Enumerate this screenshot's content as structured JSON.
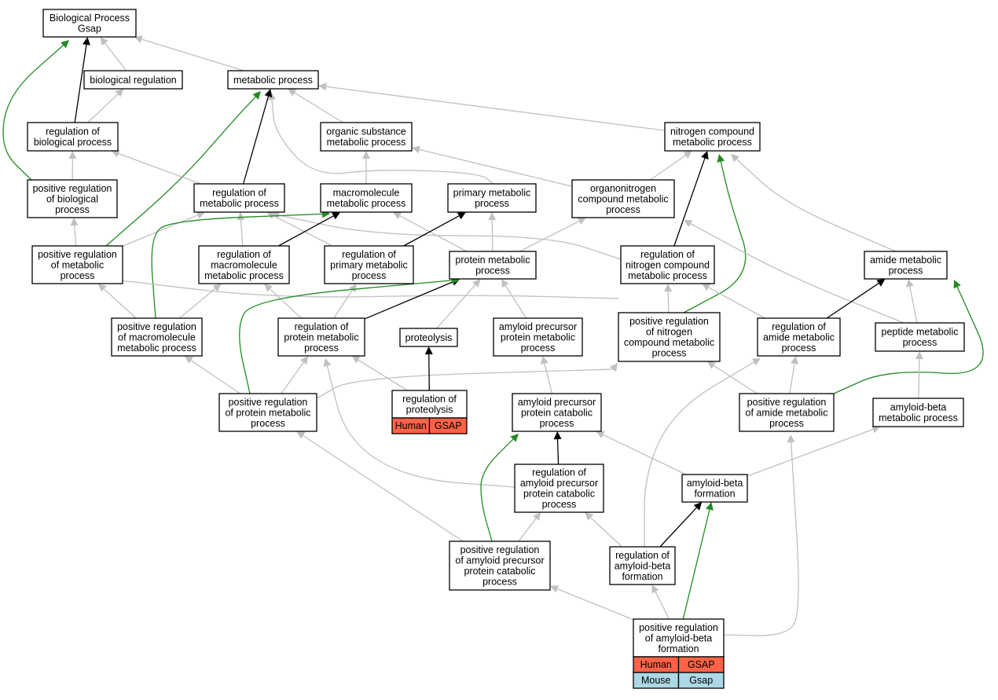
{
  "colors": {
    "edge_is_a": "#c0c0c0",
    "edge_regulates": "#000000",
    "edge_positively_regulates": "#228b22",
    "human_annotation": "#ff6347",
    "mouse_annotation": "#add8e6"
  },
  "nodes": [
    {
      "id": "bp",
      "lines": [
        "Biological Process",
        "Gsap"
      ]
    },
    {
      "id": "breg",
      "lines": [
        "biological regulation"
      ]
    },
    {
      "id": "mp",
      "lines": [
        "metabolic process"
      ]
    },
    {
      "id": "rbp",
      "lines": [
        "regulation of",
        "biological process"
      ]
    },
    {
      "id": "osmp",
      "lines": [
        "organic substance",
        "metabolic process"
      ]
    },
    {
      "id": "ncmp",
      "lines": [
        "nitrogen compound",
        "metabolic process"
      ]
    },
    {
      "id": "prbp",
      "lines": [
        "positive regulation",
        "of biological",
        "process"
      ]
    },
    {
      "id": "rmp",
      "lines": [
        "regulation of",
        "metabolic process"
      ]
    },
    {
      "id": "mmp",
      "lines": [
        "macromolecule",
        "metabolic process"
      ]
    },
    {
      "id": "pmp",
      "lines": [
        "primary metabolic",
        "process"
      ]
    },
    {
      "id": "oncmp",
      "lines": [
        "organonitrogen",
        "compound metabolic",
        "process"
      ]
    },
    {
      "id": "prmp",
      "lines": [
        "positive regulation",
        "of metabolic",
        "process"
      ]
    },
    {
      "id": "rmmp",
      "lines": [
        "regulation of",
        "macromolecule",
        "metabolic process"
      ]
    },
    {
      "id": "rpmp",
      "lines": [
        "regulation of",
        "primary metabolic",
        "process"
      ]
    },
    {
      "id": "protmp",
      "lines": [
        "protein metabolic",
        "process"
      ]
    },
    {
      "id": "rncmp",
      "lines": [
        "regulation of",
        "nitrogen compound",
        "metabolic process"
      ]
    },
    {
      "id": "amp",
      "lines": [
        "amide metabolic",
        "process"
      ]
    },
    {
      "id": "prmmp",
      "lines": [
        "positive regulation",
        "of macromolecule",
        "metabolic process"
      ]
    },
    {
      "id": "rprotmp",
      "lines": [
        "regulation of",
        "protein metabolic",
        "process"
      ]
    },
    {
      "id": "proteolysis",
      "lines": [
        "proteolysis"
      ]
    },
    {
      "id": "appmp",
      "lines": [
        "amyloid precursor",
        "protein metabolic",
        "process"
      ]
    },
    {
      "id": "prncmp",
      "lines": [
        "positive regulation",
        "of nitrogen",
        "compound metabolic",
        "process"
      ]
    },
    {
      "id": "ramp",
      "lines": [
        "regulation of",
        "amide metabolic",
        "process"
      ]
    },
    {
      "id": "pepmp",
      "lines": [
        "peptide metabolic",
        "process"
      ]
    },
    {
      "id": "prprotmp",
      "lines": [
        "positive regulation",
        "of protein metabolic",
        "process"
      ]
    },
    {
      "id": "rprot",
      "lines": [
        "regulation of",
        "proteolysis"
      ],
      "annotations": [
        [
          "Human",
          "GSAP"
        ]
      ]
    },
    {
      "id": "appcp",
      "lines": [
        "amyloid precursor",
        "protein catabolic",
        "process"
      ]
    },
    {
      "id": "pramp",
      "lines": [
        "positive regulation",
        "of amide metabolic",
        "process"
      ]
    },
    {
      "id": "abmp",
      "lines": [
        "amyloid-beta",
        "metabolic process"
      ]
    },
    {
      "id": "rappcp",
      "lines": [
        "regulation of",
        "amyloid precursor",
        "protein catabolic",
        "process"
      ]
    },
    {
      "id": "abf",
      "lines": [
        "amyloid-beta",
        "formation"
      ]
    },
    {
      "id": "prappcp",
      "lines": [
        "positive regulation",
        "of amyloid precursor",
        "protein catabolic",
        "process"
      ]
    },
    {
      "id": "rabf",
      "lines": [
        "regulation of",
        "amyloid-beta",
        "formation"
      ]
    },
    {
      "id": "prabf",
      "lines": [
        "positive regulation",
        "of amyloid-beta",
        "formation"
      ],
      "annotations": [
        [
          "Human",
          "GSAP"
        ],
        [
          "Mouse",
          "Gsap"
        ]
      ]
    }
  ],
  "edges": [
    {
      "from": "breg",
      "to": "bp",
      "type": "is_a"
    },
    {
      "from": "mp",
      "to": "bp",
      "type": "is_a"
    },
    {
      "from": "rbp",
      "to": "bp",
      "type": "regulates"
    },
    {
      "from": "prbp",
      "to": "bp",
      "type": "positively_regulates"
    },
    {
      "from": "rbp",
      "to": "breg",
      "type": "is_a"
    },
    {
      "from": "osmp",
      "to": "mp",
      "type": "is_a"
    },
    {
      "from": "ncmp",
      "to": "mp",
      "type": "is_a"
    },
    {
      "from": "pmp",
      "to": "mp",
      "type": "is_a"
    },
    {
      "from": "rmp",
      "to": "mp",
      "type": "regulates"
    },
    {
      "from": "prmp",
      "to": "mp",
      "type": "positively_regulates"
    },
    {
      "from": "prbp",
      "to": "rbp",
      "type": "is_a"
    },
    {
      "from": "rmp",
      "to": "rbp",
      "type": "is_a"
    },
    {
      "from": "mmp",
      "to": "osmp",
      "type": "is_a"
    },
    {
      "from": "oncmp",
      "to": "osmp",
      "type": "is_a"
    },
    {
      "from": "oncmp",
      "to": "ncmp",
      "type": "is_a"
    },
    {
      "from": "rncmp",
      "to": "ncmp",
      "type": "regulates"
    },
    {
      "from": "prncmp",
      "to": "ncmp",
      "type": "positively_regulates"
    },
    {
      "from": "amp",
      "to": "ncmp",
      "type": "is_a"
    },
    {
      "from": "prmp",
      "to": "prbp",
      "type": "is_a"
    },
    {
      "from": "prmp",
      "to": "rmp",
      "type": "is_a"
    },
    {
      "from": "rmmp",
      "to": "rmp",
      "type": "is_a"
    },
    {
      "from": "rpmp",
      "to": "rmp",
      "type": "is_a"
    },
    {
      "from": "rncmp",
      "to": "rmp",
      "type": "is_a"
    },
    {
      "from": "rmmp",
      "to": "mmp",
      "type": "regulates"
    },
    {
      "from": "prmmp",
      "to": "mmp",
      "type": "positively_regulates"
    },
    {
      "from": "protmp",
      "to": "mmp",
      "type": "is_a"
    },
    {
      "from": "rpmp",
      "to": "pmp",
      "type": "regulates"
    },
    {
      "from": "protmp",
      "to": "pmp",
      "type": "is_a"
    },
    {
      "from": "protmp",
      "to": "oncmp",
      "type": "is_a"
    },
    {
      "from": "pepmp",
      "to": "oncmp",
      "type": "is_a"
    },
    {
      "from": "prmmp",
      "to": "prmp",
      "type": "is_a"
    },
    {
      "from": "prncmp",
      "to": "prmp",
      "type": "is_a"
    },
    {
      "from": "prmmp",
      "to": "rmmp",
      "type": "is_a"
    },
    {
      "from": "rprotmp",
      "to": "rmmp",
      "type": "is_a"
    },
    {
      "from": "rprotmp",
      "to": "rpmp",
      "type": "is_a"
    },
    {
      "from": "rprotmp",
      "to": "protmp",
      "type": "regulates"
    },
    {
      "from": "prprotmp",
      "to": "protmp",
      "type": "positively_regulates"
    },
    {
      "from": "proteolysis",
      "to": "protmp",
      "type": "is_a"
    },
    {
      "from": "appmp",
      "to": "protmp",
      "type": "is_a"
    },
    {
      "from": "prncmp",
      "to": "rncmp",
      "type": "is_a"
    },
    {
      "from": "ramp",
      "to": "rncmp",
      "type": "is_a"
    },
    {
      "from": "ramp",
      "to": "amp",
      "type": "regulates"
    },
    {
      "from": "pramp",
      "to": "amp",
      "type": "positively_regulates"
    },
    {
      "from": "pepmp",
      "to": "amp",
      "type": "is_a"
    },
    {
      "from": "prprotmp",
      "to": "prmmp",
      "type": "is_a"
    },
    {
      "from": "prprotmp",
      "to": "rprotmp",
      "type": "is_a"
    },
    {
      "from": "prprotmp",
      "to": "prncmp",
      "type": "is_a"
    },
    {
      "from": "rprot",
      "to": "rprotmp",
      "type": "is_a"
    },
    {
      "from": "rappcp",
      "to": "rprotmp",
      "type": "is_a"
    },
    {
      "from": "rprot",
      "to": "proteolysis",
      "type": "regulates"
    },
    {
      "from": "appcp",
      "to": "appmp",
      "type": "is_a"
    },
    {
      "from": "pramp",
      "to": "prncmp",
      "type": "is_a"
    },
    {
      "from": "pramp",
      "to": "ramp",
      "type": "is_a"
    },
    {
      "from": "rabf",
      "to": "ramp",
      "type": "is_a"
    },
    {
      "from": "abmp",
      "to": "pepmp",
      "type": "is_a"
    },
    {
      "from": "prappcp",
      "to": "prprotmp",
      "type": "is_a"
    },
    {
      "from": "rappcp",
      "to": "appcp",
      "type": "regulates"
    },
    {
      "from": "prappcp",
      "to": "appcp",
      "type": "positively_regulates"
    },
    {
      "from": "abf",
      "to": "appcp",
      "type": "is_a"
    },
    {
      "from": "prabf",
      "to": "pramp",
      "type": "is_a"
    },
    {
      "from": "abf",
      "to": "abmp",
      "type": "is_a"
    },
    {
      "from": "prappcp",
      "to": "rappcp",
      "type": "is_a"
    },
    {
      "from": "rabf",
      "to": "rappcp",
      "type": "is_a"
    },
    {
      "from": "rabf",
      "to": "abf",
      "type": "regulates"
    },
    {
      "from": "prabf",
      "to": "abf",
      "type": "positively_regulates"
    },
    {
      "from": "prabf",
      "to": "prappcp",
      "type": "is_a"
    },
    {
      "from": "prabf",
      "to": "rabf",
      "type": "is_a"
    }
  ]
}
